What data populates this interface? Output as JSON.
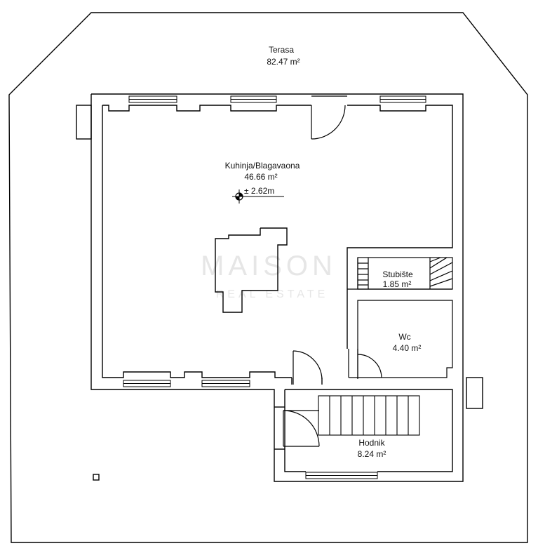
{
  "rooms": {
    "terasa": {
      "name": "Terasa",
      "area": "82.47 m²"
    },
    "kuhinja": {
      "name": "Kuhinja/Blagavaona",
      "area": "46.66 m²"
    },
    "stubiste": {
      "name": "Stubište",
      "area": "1.85 m²"
    },
    "wc": {
      "name": "Wc",
      "area": "4.40 m²"
    },
    "hodnik": {
      "name": "Hodnik",
      "area": "8.24 m²"
    }
  },
  "level_marker": {
    "text": "± 2.62m"
  },
  "watermark": {
    "brand": "MAISON",
    "tagline": "REAL ESTATE"
  },
  "colors": {
    "wall": "#000000",
    "background": "#ffffff",
    "watermark": "#e6e6e6"
  }
}
